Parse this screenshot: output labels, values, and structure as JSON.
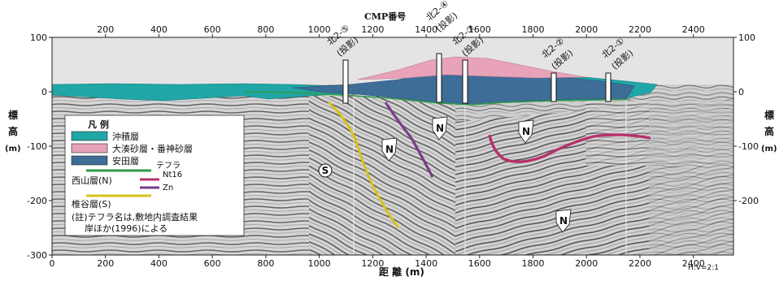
{
  "figure": {
    "top_axis_title": "CMP番号",
    "bottom_axis_title": "距 離 (m)",
    "left_axis_title": [
      "標",
      "高",
      "(m)"
    ],
    "right_axis_title": [
      "標",
      "高",
      "(m)"
    ],
    "scale_note": "H:V=2:1",
    "footer_fragment": "..."
  },
  "chart_data": {
    "type": "diagram",
    "x_axis": {
      "label": "距 離 (m)",
      "range": [
        0,
        2550
      ],
      "ticks": [
        0,
        200,
        400,
        600,
        800,
        1000,
        1200,
        1400,
        1600,
        1800,
        2000,
        2200,
        2400
      ]
    },
    "top_axis": {
      "label": "CMP番号",
      "ticks": [
        200,
        400,
        600,
        800,
        1000,
        1200,
        1400,
        1600,
        1800,
        2000,
        2200,
        2400
      ]
    },
    "y_axis": {
      "label": "標高 (m)",
      "range": [
        -300,
        100
      ],
      "ticks_left": [
        100,
        0,
        -100,
        -200,
        -300
      ],
      "ticks_right": [
        100,
        0,
        -100,
        -200
      ]
    }
  },
  "legend": {
    "title": "凡 例",
    "items": [
      {
        "label": "沖積層",
        "color": "#20a6a6"
      },
      {
        "label": "大湊砂層・番神砂層",
        "color": "#e8a3b8"
      },
      {
        "label": "安田層",
        "color": "#3e6d98"
      }
    ],
    "tephra_label": "テフラ",
    "tephra_color": "#2f9b46",
    "nishiyama_label": "西山層(N)",
    "nt16_label": "Nt16",
    "nt16_color": "#b5316c",
    "zn_label": "Zn",
    "zn_color": "#7a3d88",
    "shiiya_label": "椎谷層(S)",
    "shiiya_color": "#d7c21a",
    "note_line1": "(註)テフラ名は,敷地内調査結果",
    "note_line2": "岸ほか(1996)による"
  },
  "boreholes": [
    {
      "name": "北2-⑤",
      "sub": "(投影)"
    },
    {
      "name": "北2-④",
      "sub": "(投影)"
    },
    {
      "name": "北2-③",
      "sub": "(投影)"
    },
    {
      "name": "北2-②",
      "sub": "(投影)"
    },
    {
      "name": "北2-①",
      "sub": "(投影)"
    }
  ],
  "formation_marks": [
    {
      "label": "S"
    },
    {
      "label": "N"
    },
    {
      "label": "N"
    },
    {
      "label": "N"
    },
    {
      "label": "N"
    }
  ]
}
